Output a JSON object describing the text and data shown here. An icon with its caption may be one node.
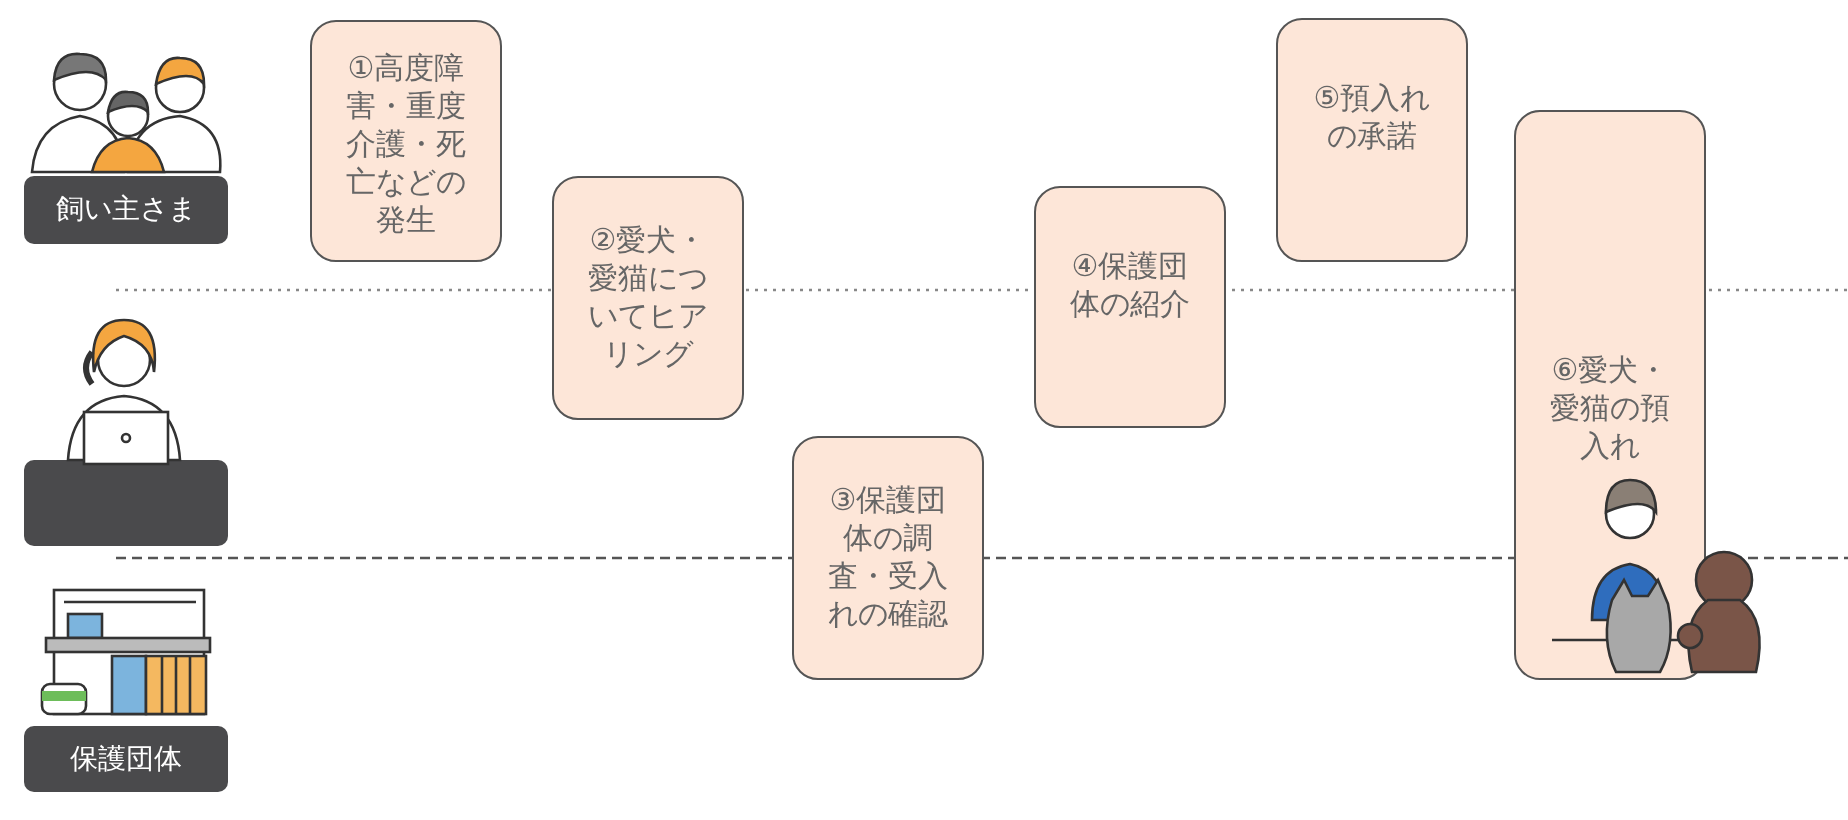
{
  "diagram": {
    "nodes": [
      {
        "text": [
          "飼い主さま"
        ]
      },
      {
        "text": [],
        "shape": "box"
      },
      {
        "text": [
          "保護団体"
        ]
      },
      {
        "text": [
          "①高度障害・重度介護・死亡などの発生"
        ]
      },
      {
        "text": [
          "②愛犬・愛猫についてヒアリング"
        ]
      },
      {
        "text": [
          "③保護団体の調査・受入れの確認"
        ]
      },
      {
        "text": [
          "④保護団体の紹介"
        ]
      },
      {
        "text": [
          "⑤預入れの承諾"
        ]
      },
      {
        "text": [
          "⑥愛犬・愛猫の預入れ"
        ]
      }
    ]
  }
}
